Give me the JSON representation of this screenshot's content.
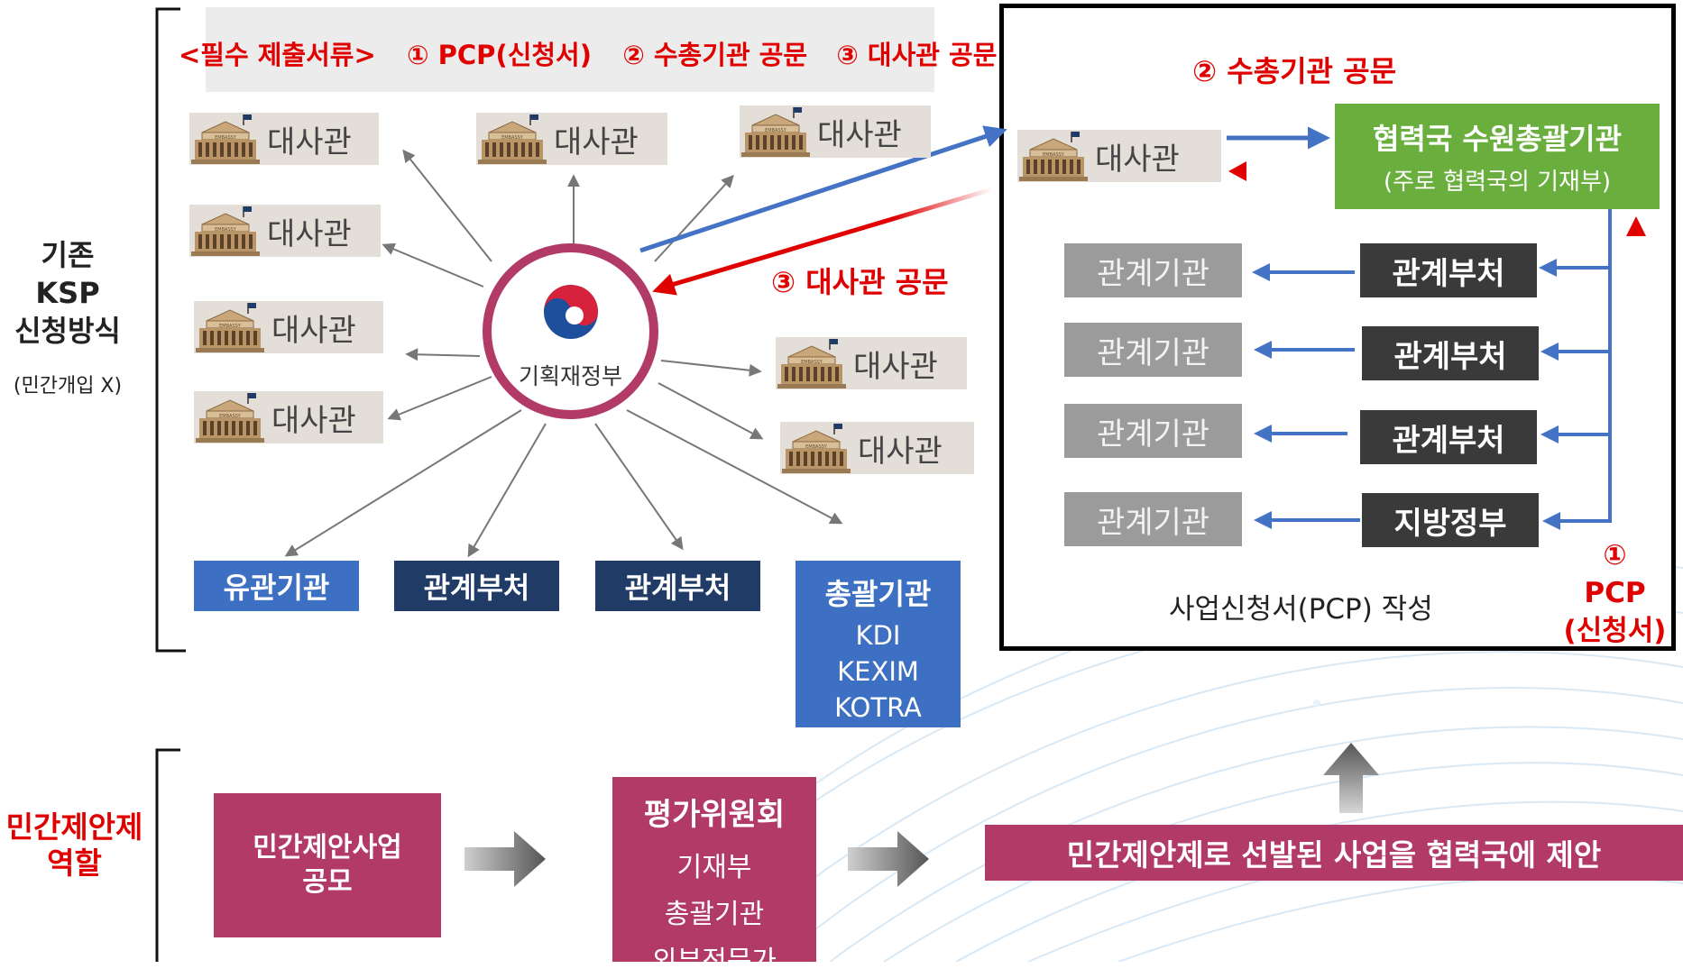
{
  "left_labels": {
    "existing": [
      "기존",
      "KSP",
      "신청방식"
    ],
    "existing_note": "(민간개입 X)",
    "private": [
      "민간제안제",
      "역할"
    ]
  },
  "top_banner": {
    "required": "<필수 제출서류>",
    "doc1": "① PCP(신청서)",
    "doc2": "② 수총기관 공문",
    "doc3": "③ 대사관 공문"
  },
  "embassy_label": "대사관",
  "embassy_sign": "EMBASSY",
  "center_org": "기획재정부",
  "bottom_boxes": {
    "related_org": "유관기관",
    "ministry1": "관계부처",
    "ministry2": "관계부처",
    "coordinator_title": "총괄기관",
    "coordinator_items": [
      "KDI",
      "KEXIM",
      "KOTRA"
    ]
  },
  "arrow_labels": {
    "embassy_letter": "③ 대사관 공문",
    "agency_letter": "② 수총기관 공문"
  },
  "right_panel": {
    "embassy": "대사관",
    "agency_title": "협력국 수원총괄기관",
    "agency_sub": "(주로 협력국의 기재부)",
    "related_orgs": [
      "관계기관",
      "관계기관",
      "관계기관",
      "관계기관"
    ],
    "ministries": [
      "관계부처",
      "관계부처",
      "관계부처",
      "지방정부"
    ],
    "pcp_caption": "사업신청서(PCP) 작성",
    "pcp_side": [
      "①",
      "PCP",
      "(신청서)"
    ]
  },
  "private_flow": {
    "step1": [
      "민간제안사업",
      "공모"
    ],
    "step2_title": "평가위원회",
    "step2_items": [
      "기재부",
      "총괄기관",
      "외부전문가"
    ],
    "step3": "민간제안제로 선발된 사업을 협력국에 제안"
  },
  "colors": {
    "red": "#e00000",
    "blue_arrow": "#4472c4",
    "green": "#6aaf3d",
    "magenta": "#b23a67",
    "navy": "#1f3b66",
    "blue_box": "#3d6fc2",
    "dark_box": "#3a3a3a",
    "gray_box": "#9b9b9b"
  }
}
